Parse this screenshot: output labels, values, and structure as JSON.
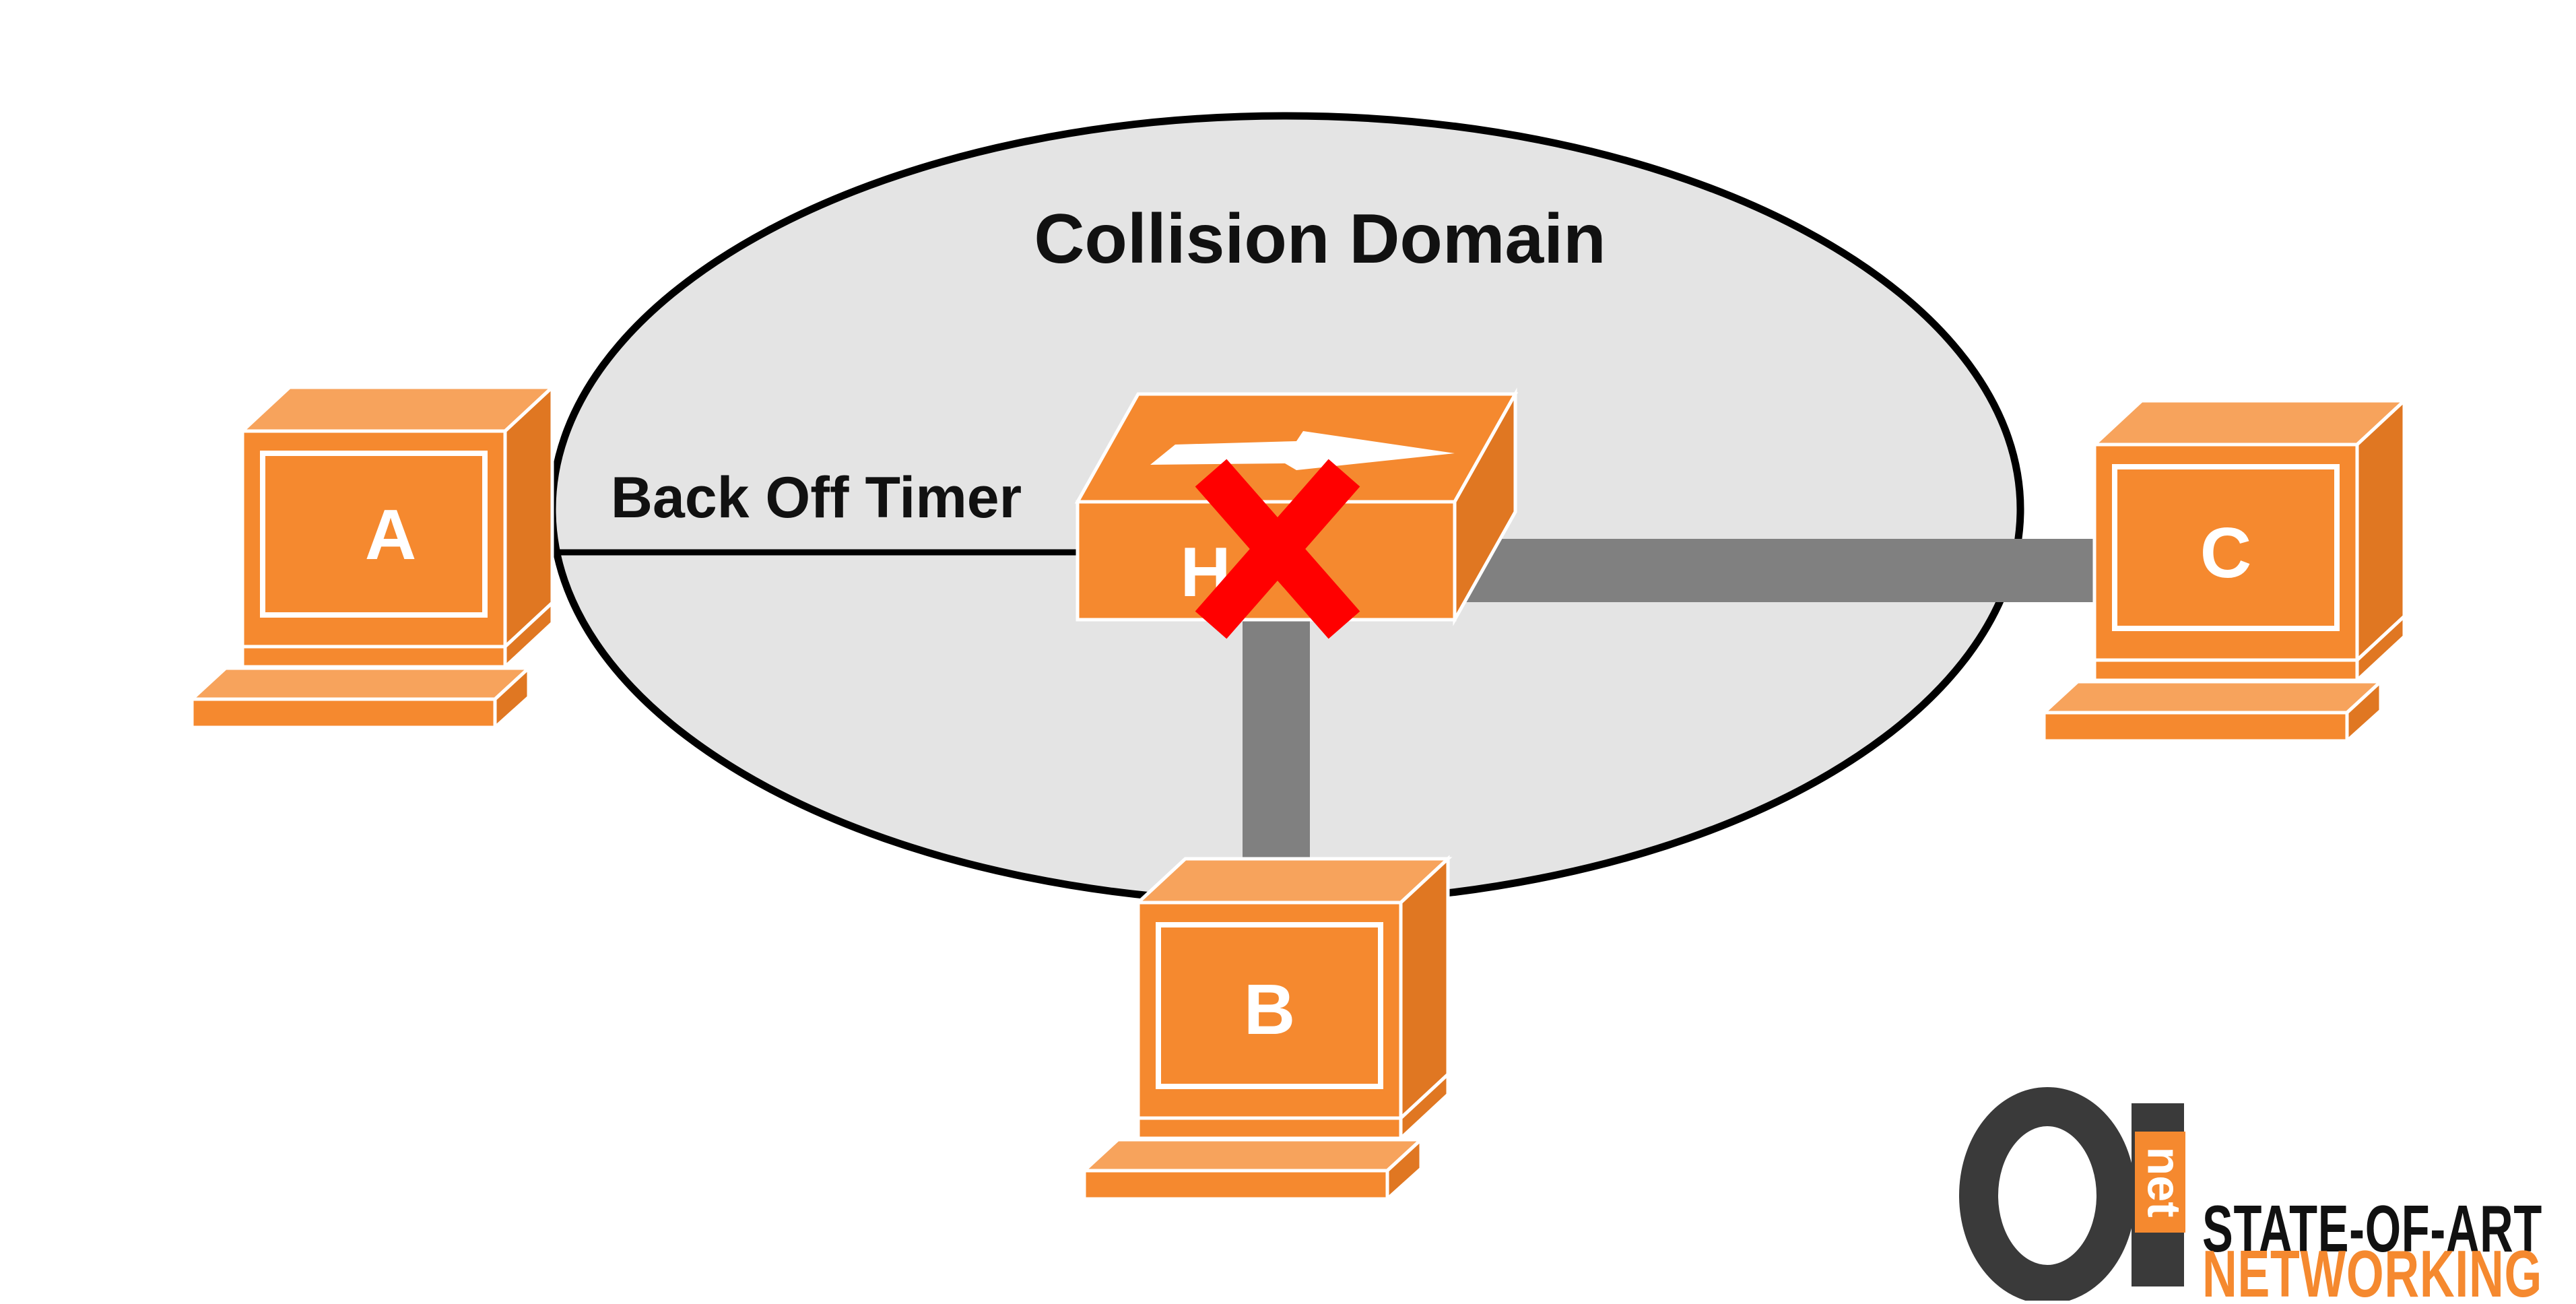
{
  "diagram": {
    "title": "Collision Domain",
    "timer_label": "Back Off Timer",
    "hub_label": "H",
    "hosts": [
      {
        "id": "a",
        "label": "A"
      },
      {
        "id": "b",
        "label": "B"
      },
      {
        "id": "c",
        "label": "C"
      }
    ],
    "colors": {
      "device": "#f5892f",
      "device_top": "#f7a35c",
      "device_side": "#e07722",
      "outline": "#ffffff",
      "domain_fill": "#e4e4e4",
      "link": "#808080",
      "collision_mark": "#ff0000"
    }
  },
  "logo": {
    "mark": "a",
    "mark_suffix": "net",
    "line1": "STATE-OF-ART",
    "line2": "NETWORKING"
  }
}
